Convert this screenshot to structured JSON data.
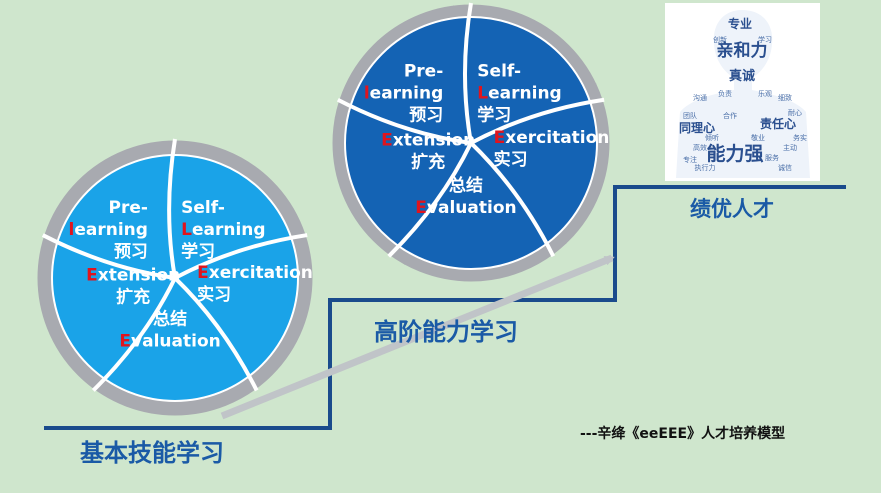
{
  "colors": {
    "background": "#cfe6cd",
    "wheel_basic": "#1aa3e8",
    "wheel_advanced": "#1463b4",
    "ring": "#a8aab0",
    "stairs": "#1a4b8c",
    "title_blue": "#1a5aa6",
    "accent_red": "#e0141e"
  },
  "wheels": {
    "basic": {
      "segments": [
        {
          "lines": [
            {
              "rest": "Pre-"
            },
            {
              "red": "l",
              "rest": "earning"
            },
            {
              "rest": "预习"
            }
          ]
        },
        {
          "lines": [
            {
              "rest": "Self-"
            },
            {
              "red": "L",
              "rest": "earning"
            },
            {
              "rest": "学习"
            }
          ]
        },
        {
          "lines": [
            {
              "red": "E",
              "rest": "xercitation"
            },
            {
              "rest": "实习"
            }
          ]
        },
        {
          "lines": [
            {
              "rest": "总结"
            },
            {
              "red": "E",
              "rest": "valuation"
            }
          ]
        },
        {
          "lines": [
            {
              "red": "E",
              "rest": "xtension"
            },
            {
              "rest": "扩充"
            }
          ]
        }
      ]
    },
    "advanced": {
      "segments": [
        {
          "lines": [
            {
              "rest": "Pre-"
            },
            {
              "red": "l",
              "rest": "earning"
            },
            {
              "rest": "预习"
            }
          ]
        },
        {
          "lines": [
            {
              "rest": "Self-"
            },
            {
              "red": "L",
              "rest": "earning"
            },
            {
              "rest": "学习"
            }
          ]
        },
        {
          "lines": [
            {
              "red": "E",
              "rest": "xercitation"
            },
            {
              "rest": "实习"
            }
          ]
        },
        {
          "lines": [
            {
              "rest": "总结"
            },
            {
              "red": "E",
              "rest": "valuation"
            }
          ]
        },
        {
          "lines": [
            {
              "red": "E",
              "rest": "xtension"
            },
            {
              "rest": "扩充"
            }
          ]
        }
      ]
    }
  },
  "labels": {
    "basic": "基本技能学习",
    "advanced": "高阶能力学习",
    "top": "绩优人才",
    "caption": "---辛绛《eeEEE》人才培养模型"
  },
  "word_cloud": {
    "big": [
      "亲和力",
      "能力强",
      "真诚",
      "同理心",
      "责任心",
      "专业"
    ],
    "small": [
      "沟通",
      "细致",
      "团队",
      "耐心",
      "高效",
      "主动",
      "执行力",
      "诚信",
      "负责",
      "乐观",
      "创新",
      "学习",
      "专注",
      "务实",
      "合作",
      "敬业",
      "倾听",
      "服务"
    ]
  }
}
